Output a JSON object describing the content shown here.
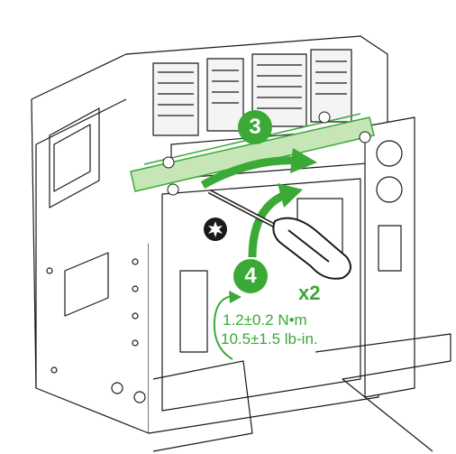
{
  "colors": {
    "accent": "#3aa935",
    "accent_light": "#c7e6b8",
    "outline": "#1a1a1a",
    "body_fill": "#ffffff"
  },
  "steps": [
    {
      "number": "3"
    },
    {
      "number": "4"
    }
  ],
  "quantity_label": "x2",
  "torque": {
    "metric": "1.2±0.2 N•m",
    "imperial": "10.5±1.5 lb-in."
  },
  "tool_icon": "torx-screwdriver-icon"
}
